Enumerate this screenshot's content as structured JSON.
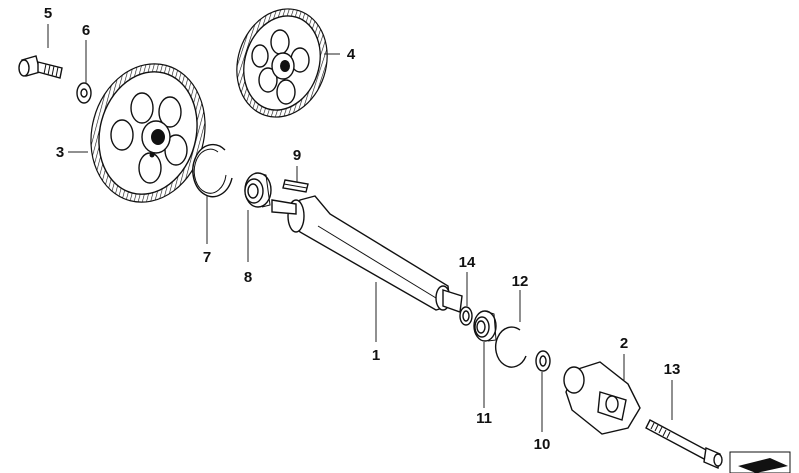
{
  "callouts": [
    {
      "id": "1",
      "text": "1"
    },
    {
      "id": "2",
      "text": "2"
    },
    {
      "id": "3",
      "text": "3"
    },
    {
      "id": "4",
      "text": "4"
    },
    {
      "id": "5",
      "text": "5"
    },
    {
      "id": "6",
      "text": "6"
    },
    {
      "id": "7",
      "text": "7"
    },
    {
      "id": "8",
      "text": "8"
    },
    {
      "id": "9",
      "text": "9"
    },
    {
      "id": "10",
      "text": "10"
    },
    {
      "id": "11",
      "text": "11"
    },
    {
      "id": "12",
      "text": "12"
    },
    {
      "id": "13",
      "text": "13"
    },
    {
      "id": "14",
      "text": "14"
    }
  ],
  "colors": {
    "ink": "#111111",
    "background": "#ffffff"
  }
}
